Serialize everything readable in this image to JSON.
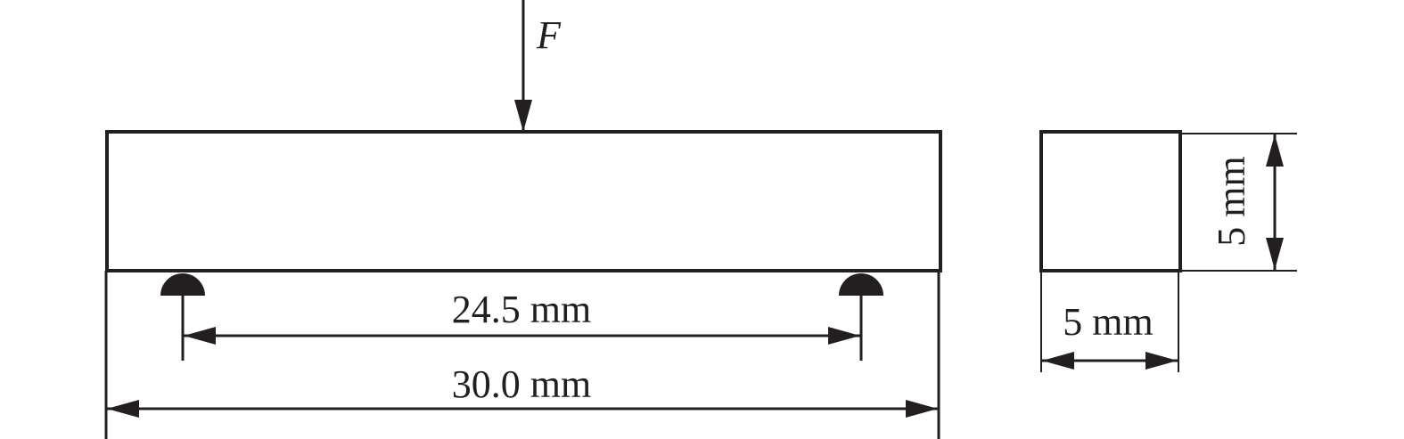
{
  "force_label": "F",
  "span_label": "24.5 mm",
  "length_label": "30.0 mm",
  "height_label": "5 mm",
  "width_label": "5 mm",
  "line_color": "#231f20"
}
